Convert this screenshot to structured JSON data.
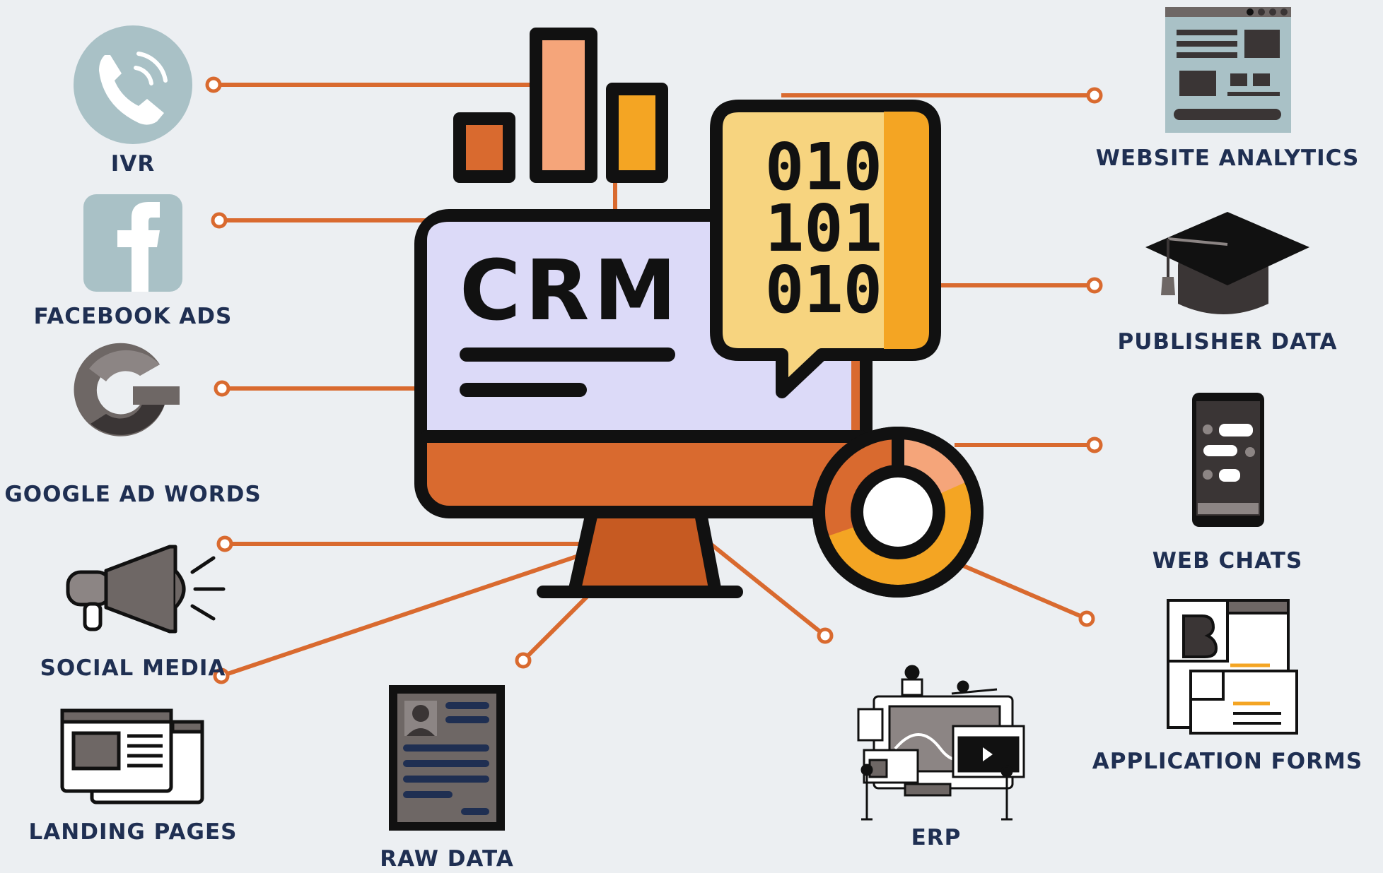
{
  "center": {
    "title": "CRM",
    "binary_rows": [
      "010",
      "101",
      "010"
    ]
  },
  "colors": {
    "connector": "#d96a2f",
    "label": "#1f2f52",
    "screen": "#dcdaf8",
    "monitor_base": "#d96a2f",
    "bar_dark": "#d96a2f",
    "bar_light": "#f5a57a",
    "bar_gold": "#f4a523",
    "bubble": "#f7d47f",
    "icon_teal": "#a9c1c6",
    "icon_gray": "#6e6765",
    "outline": "#111111"
  },
  "sources": {
    "ivr": "IVR",
    "facebook_ads": "FACEBOOK ADS",
    "google_ad_words": "GOOGLE AD WORDS",
    "social_media": "SOCIAL MEDIA",
    "landing_pages": "LANDING PAGES",
    "raw_data": "RAW DATA",
    "erp": "ERP",
    "website_analytics": "WEBSITE ANALYTICS",
    "publisher_data": "PUBLISHER DATA",
    "web_chats": "WEB CHATS",
    "application_forms": "APPLICATION FORMS"
  },
  "icons": {
    "ivr": "phone-icon",
    "facebook_ads": "facebook-icon",
    "google_ad_words": "google-icon",
    "social_media": "megaphone-icon",
    "landing_pages": "landing-page-icon",
    "raw_data": "document-icon",
    "erp": "erp-illustration-icon",
    "website_analytics": "webpage-icon",
    "publisher_data": "graduation-cap-icon",
    "web_chats": "chat-phone-icon",
    "application_forms": "form-icon"
  }
}
